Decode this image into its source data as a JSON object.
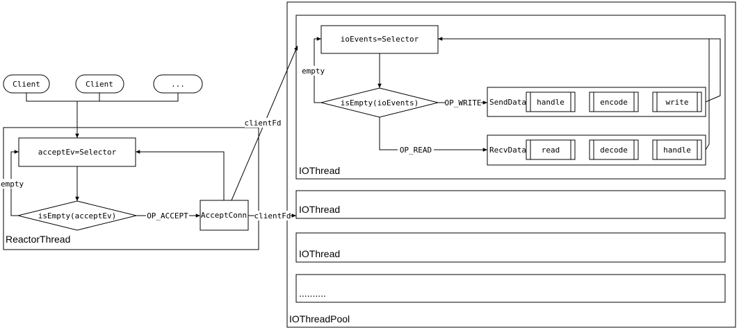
{
  "clients": [
    "Client",
    "Client",
    "..."
  ],
  "reactor": {
    "selector": "acceptEv=Selector",
    "condition": "isEmpty(acceptEv)",
    "empty_label": "empty",
    "op_accept": "OP_ACCEPT",
    "accept_conn": "AcceptConn",
    "title": "ReactorThread"
  },
  "client_fd": "clientFd",
  "io": {
    "selector": "ioEvents=Selector",
    "condition": "isEmpty(ioEvents)",
    "empty_label": "empty",
    "op_write": "OP_WRITE",
    "op_read": "OP_READ",
    "send_data": "SendData",
    "send_steps": [
      "handle",
      "encode",
      "write"
    ],
    "recv_data": "RecvData",
    "recv_steps": [
      "read",
      "decode",
      "handle"
    ]
  },
  "io_threads": [
    "IOThread",
    "IOThread",
    "IOThread",
    ".........."
  ],
  "pool_title": "IOThreadPool"
}
